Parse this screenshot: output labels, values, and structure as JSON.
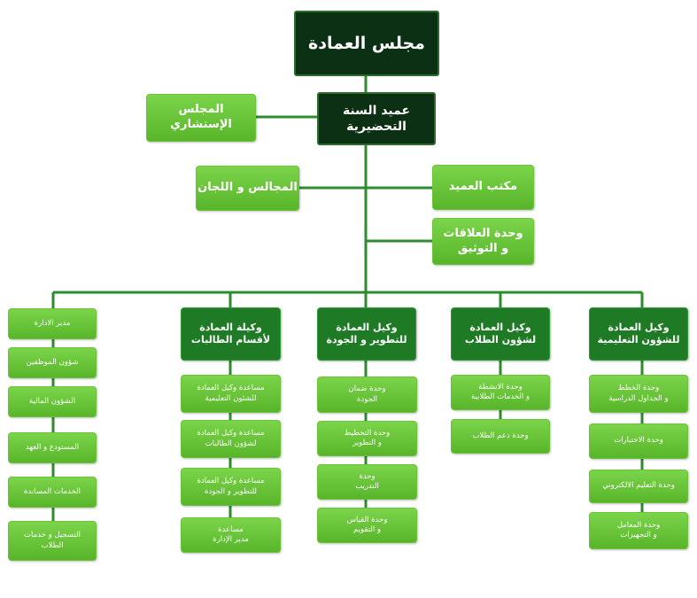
{
  "top": {
    "council": "مجلس العمادة",
    "dean": "عميد السنة\nالتحضيرية",
    "advisory": "المجلس الإستشاري",
    "committees": "المجالس و اللجان",
    "dean_office": "مكتب العميد",
    "relations": "وحدة العلاقات\nو التوثيق"
  },
  "columns": {
    "academic": {
      "head": "وكيل العمادة\nللشؤون التعليمية",
      "items": [
        "وحدة الخطط\nو الجداول الدراسية",
        "وحدة الاختبارات",
        "وحدة التعليم الالكتروني",
        "وحدة المعامل\nو التجهيزات"
      ]
    },
    "students": {
      "head": "وكيل العمادة\nلشؤون الطلاب",
      "items": [
        "وحدة الانشطة\nو الخدمات الطلابية",
        "وحدة دعم الطلاب"
      ]
    },
    "development": {
      "head": "وكيل العمادة\nللتطوير و الجودة",
      "items": [
        "وحدة ضمان\nالجودة",
        "وحدة التخطيط\nو التطوير",
        "وحدة\nالتدريب",
        "وحدة القياس\nو التقويم"
      ]
    },
    "female": {
      "head": "وكيلة العمادة\nلأقسام الطالبات",
      "items": [
        "مساعدة وكيل العمادة\nللشئون التعليمية",
        "مساعدة وكيل العمادة\nلشؤون الطالبات",
        "مساعدة وكيل العمادة\nللتطوير و الجودة",
        "مساعدة\nمدير الإدارة"
      ]
    },
    "admin": {
      "items": [
        "مدير الادارة",
        "شؤون الموظفين",
        "الشؤون المالية",
        "المستودع و العهد",
        "الخدمات المساندة",
        "التسجيل و خدمات\nالطلاب"
      ]
    }
  }
}
